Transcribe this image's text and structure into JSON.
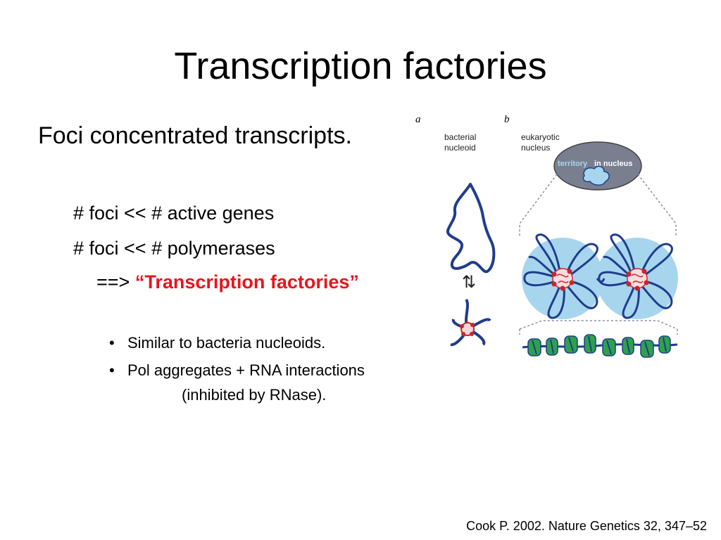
{
  "slide": {
    "title": "Transcription factories",
    "main_point": "Foci concentrated transcripts.",
    "sub_points": {
      "line1": "# foci << # active genes",
      "line2": "# foci << # polymerases",
      "arrow": "==>",
      "highlight": "“Transcription factories”"
    },
    "bullets": [
      {
        "symbol": "•",
        "text": "Similar to bacteria nucleoids."
      },
      {
        "symbol": "•",
        "text": "Pol aggregates + RNA interactions",
        "continuation": "(inhibited by RNase)."
      }
    ],
    "citation": "Cook P. 2002. Nature Genetics 32, 347–52"
  },
  "figure": {
    "panel_a_label": "a",
    "panel_b_label": "b",
    "bacterial_label_1": "bacterial",
    "bacterial_label_2": "nucleoid",
    "eukaryotic_label_1": "eukaryotic",
    "eukaryotic_label_2": "nucleus",
    "territory_word": "territory",
    "in_nucleus_text": " in nucleus",
    "arrow_symbol": "⇅"
  },
  "colors": {
    "highlight_red": "#e8151c",
    "loop_blue": "#1f3d8c",
    "factory_light_blue": "#a7d5ee",
    "nucleus_grey": "#7a7f90",
    "nucleosome_green": "#2ea24a",
    "factory_red": "#c9262b"
  }
}
